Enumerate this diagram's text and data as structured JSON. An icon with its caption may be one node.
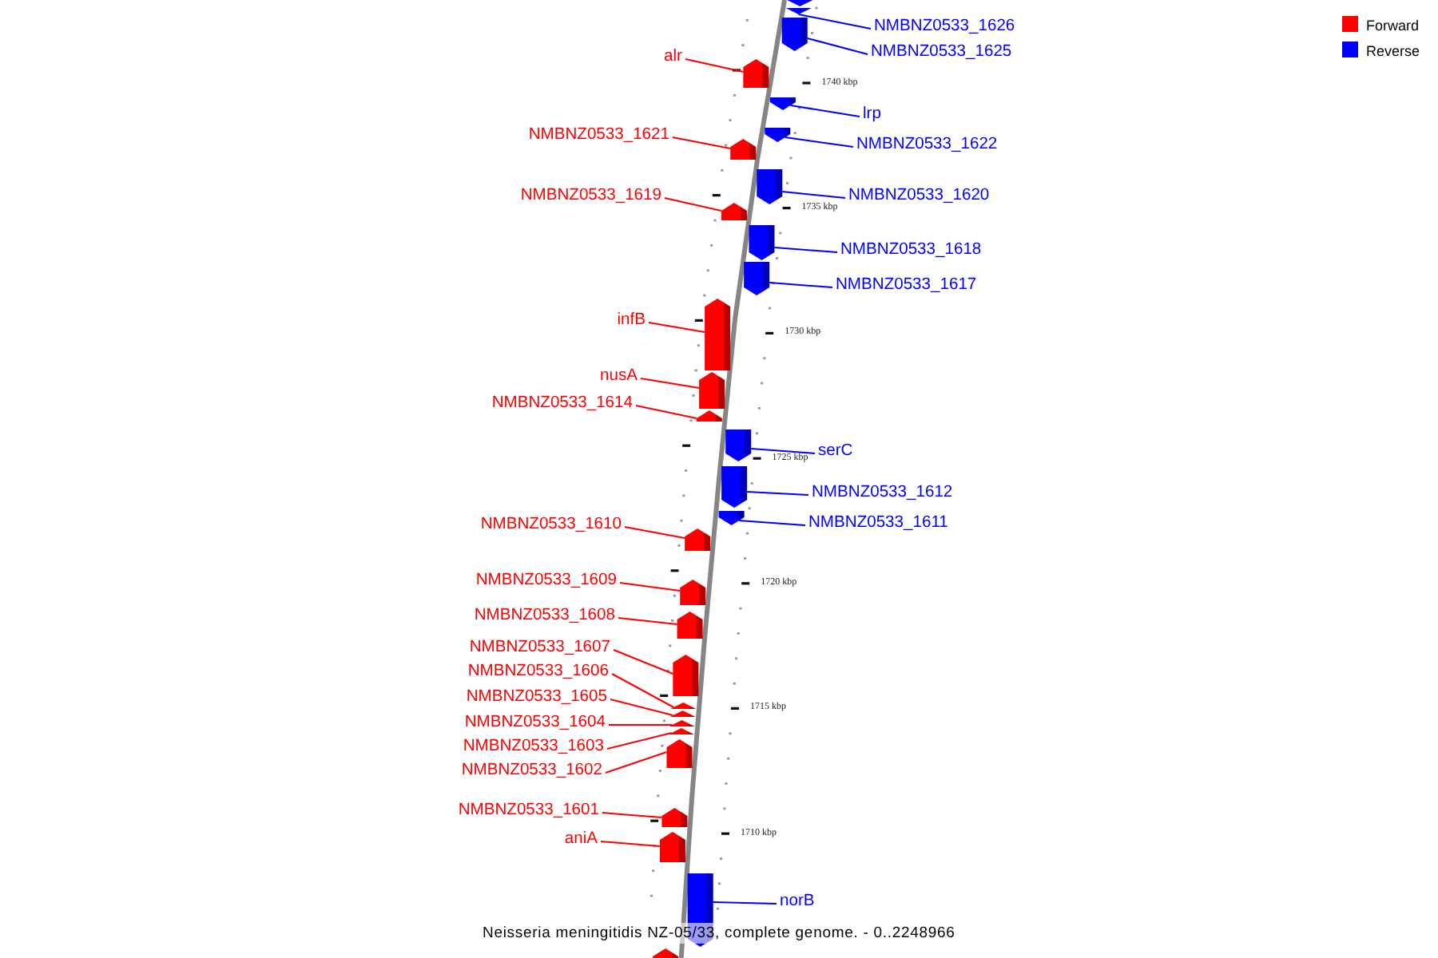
{
  "diagram": {
    "caption": "Neisseria meningitidis NZ-05/33, complete genome. - 0..2248966",
    "nodes": [
      {
        "text": [],
        "shape": "pentagon"
      },
      {
        "text": [
          "NMBNZ0533_1626"
        ]
      },
      {
        "text": [],
        "shape": "pentagon"
      },
      {
        "text": [
          "NMBNZ0533_1625"
        ]
      },
      {
        "text": [],
        "shape": "pentagon"
      },
      {
        "text": [
          "alr"
        ]
      },
      {
        "text": [],
        "shape": "pentagon"
      },
      {
        "text": [
          "lrp"
        ]
      },
      {
        "text": [],
        "shape": "pentagon"
      },
      {
        "text": [
          "NMBNZ0533_1621"
        ]
      },
      {
        "text": [],
        "shape": "pentagon"
      },
      {
        "text": [
          "NMBNZ0533_1622"
        ]
      },
      {
        "text": [],
        "shape": "pentagon"
      },
      {
        "text": [
          "NMBNZ0533_1619"
        ]
      },
      {
        "text": [],
        "shape": "pentagon"
      },
      {
        "text": [
          "NMBNZ0533_1620"
        ]
      },
      {
        "text": [],
        "shape": "pentagon"
      },
      {
        "text": [
          "NMBNZ0533_1618"
        ]
      },
      {
        "text": [],
        "shape": "pentagon"
      },
      {
        "text": [
          "NMBNZ0533_1617"
        ]
      },
      {
        "text": [],
        "shape": "pentagon"
      },
      {
        "text": [
          "infB"
        ]
      },
      {
        "text": [],
        "shape": "pentagon"
      },
      {
        "text": [
          "nusA"
        ]
      },
      {
        "text": [],
        "shape": "pentagon"
      },
      {
        "text": [
          "NMBNZ0533_1614"
        ]
      },
      {
        "text": [],
        "shape": "pentagon"
      },
      {
        "text": [
          "serC"
        ]
      },
      {
        "text": [],
        "shape": "pentagon"
      },
      {
        "text": [
          "NMBNZ0533_1612"
        ]
      },
      {
        "text": [],
        "shape": "pentagon"
      },
      {
        "text": [
          "NMBNZ0533_1611"
        ]
      },
      {
        "text": [],
        "shape": "pentagon"
      },
      {
        "text": [
          "NMBNZ0533_1610"
        ]
      },
      {
        "text": [],
        "shape": "pentagon"
      },
      {
        "text": [
          "NMBNZ0533_1609"
        ]
      },
      {
        "text": [],
        "shape": "pentagon"
      },
      {
        "text": [
          "NMBNZ0533_1608"
        ]
      },
      {
        "text": [],
        "shape": "pentagon"
      },
      {
        "text": [
          "NMBNZ0533_1607"
        ]
      },
      {
        "text": [],
        "shape": "pentagon"
      },
      {
        "text": [
          "NMBNZ0533_1606"
        ]
      },
      {
        "text": [],
        "shape": "pentagon"
      },
      {
        "text": [
          "NMBNZ0533_1605"
        ]
      },
      {
        "text": [],
        "shape": "pentagon"
      },
      {
        "text": [
          "NMBNZ0533_1604"
        ]
      },
      {
        "text": [],
        "shape": "pentagon"
      },
      {
        "text": [
          "NMBNZ0533_1603"
        ]
      },
      {
        "text": [],
        "shape": "pentagon"
      },
      {
        "text": [
          "NMBNZ0533_1602"
        ]
      },
      {
        "text": [],
        "shape": "pentagon"
      },
      {
        "text": [
          "NMBNZ0533_1601"
        ]
      },
      {
        "text": [],
        "shape": "pentagon"
      },
      {
        "text": [
          "aniA"
        ]
      },
      {
        "text": [],
        "shape": "pentagon"
      },
      {
        "text": [
          "norB"
        ]
      },
      {
        "text": [],
        "shape": "pentagon"
      },
      {
        "text": [],
        "shape": "pentagon"
      }
    ],
    "edges": [
      {
        "from": 1,
        "to": 2,
        "arrow": "none",
        "color": "#0000ff"
      },
      {
        "from": 3,
        "to": 4,
        "arrow": "none",
        "color": "#0000ff"
      },
      {
        "from": 5,
        "to": 6,
        "arrow": "none"
      },
      {
        "from": 7,
        "to": 8,
        "arrow": "none",
        "color": "#0000ff"
      },
      {
        "from": 9,
        "to": 10,
        "arrow": "none"
      },
      {
        "from": 11,
        "to": 12,
        "arrow": "none",
        "color": "#0000ff"
      },
      {
        "from": 13,
        "to": 14,
        "arrow": "none"
      },
      {
        "from": 15,
        "to": 16,
        "arrow": "none",
        "color": "#0000ff"
      },
      {
        "from": 17,
        "to": 18,
        "arrow": "none",
        "color": "#0000ff"
      },
      {
        "from": 19,
        "to": 20,
        "arrow": "none",
        "color": "#0000ff"
      },
      {
        "from": 21,
        "to": 22,
        "arrow": "none"
      },
      {
        "from": 23,
        "to": 24,
        "arrow": "none"
      },
      {
        "from": 25,
        "to": 26,
        "arrow": "none"
      },
      {
        "from": 27,
        "to": 28,
        "arrow": "none",
        "color": "#0000ff"
      },
      {
        "from": 29,
        "to": 30,
        "arrow": "none",
        "color": "#0000ff"
      },
      {
        "from": 31,
        "to": 32,
        "arrow": "none",
        "color": "#0000ff"
      },
      {
        "from": 33,
        "to": 34,
        "arrow": "none"
      },
      {
        "from": 35,
        "to": 36,
        "arrow": "none"
      },
      {
        "from": 37,
        "to": 38,
        "arrow": "none"
      },
      {
        "from": 39,
        "to": 40,
        "arrow": "none"
      },
      {
        "from": 41,
        "to": 42,
        "arrow": "none"
      },
      {
        "from": 43,
        "to": 44,
        "arrow": "none"
      },
      {
        "from": 45,
        "to": 46,
        "arrow": "none"
      },
      {
        "from": 47,
        "to": 48,
        "arrow": "none"
      },
      {
        "from": 49,
        "to": 50,
        "arrow": "none"
      },
      {
        "from": 51,
        "to": 52,
        "arrow": "none"
      },
      {
        "from": 53,
        "to": 54,
        "arrow": "none"
      },
      {
        "from": 55,
        "to": 56,
        "arrow": "none",
        "color": "#0000ff"
      }
    ],
    "labels": [
      "1740 kbp",
      "1735 kbp",
      "1730 kbp",
      "1725 kbp",
      "1720 kbp",
      "1715 kbp",
      "1710 kbp"
    ],
    "legend": [
      {
        "text": "Forward",
        "color": "#ff0000"
      },
      {
        "text": "Reverse",
        "color": "#0000ff"
      }
    ]
  }
}
